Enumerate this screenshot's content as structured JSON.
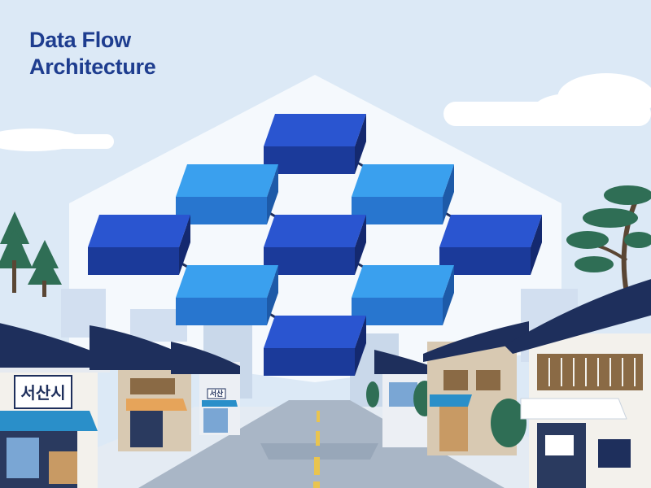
{
  "title": {
    "line1": "Data Flow",
    "line2": "Architecture"
  },
  "signs": {
    "left_shop": "서산시",
    "small_shop": "서산"
  },
  "diagram": {
    "type": "diamond-grid-network",
    "nodes": [
      {
        "id": "n1",
        "row": 0,
        "col": 1,
        "tone": "dark"
      },
      {
        "id": "n2",
        "row": 1,
        "col": 0,
        "tone": "light"
      },
      {
        "id": "n3",
        "row": 1,
        "col": 2,
        "tone": "light"
      },
      {
        "id": "n4",
        "row": 2,
        "col": -1,
        "tone": "dark"
      },
      {
        "id": "n5",
        "row": 2,
        "col": 1,
        "tone": "dark"
      },
      {
        "id": "n6",
        "row": 2,
        "col": 3,
        "tone": "dark"
      },
      {
        "id": "n7",
        "row": 3,
        "col": 0,
        "tone": "light"
      },
      {
        "id": "n8",
        "row": 3,
        "col": 2,
        "tone": "light"
      },
      {
        "id": "n9",
        "row": 4,
        "col": 1,
        "tone": "dark"
      }
    ],
    "edges": [
      [
        "n1",
        "n2"
      ],
      [
        "n1",
        "n3"
      ],
      [
        "n2",
        "n4"
      ],
      [
        "n2",
        "n5"
      ],
      [
        "n3",
        "n5"
      ],
      [
        "n3",
        "n6"
      ],
      [
        "n4",
        "n7"
      ],
      [
        "n5",
        "n7"
      ],
      [
        "n5",
        "n8"
      ],
      [
        "n6",
        "n8"
      ],
      [
        "n7",
        "n9"
      ],
      [
        "n8",
        "n9"
      ]
    ]
  },
  "colors": {
    "sky": "#dce9f6",
    "title": "#1e3d8f",
    "dark_top": "#2a55d0",
    "dark_front": "#1b3a9a",
    "dark_side": "#14296f",
    "light_top": "#3aa0ee",
    "light_front": "#2876cf",
    "light_side": "#1d5aa8",
    "roof": "#1e2f5c",
    "awning": "#2a8fc9",
    "tree": "#2f6e55"
  }
}
